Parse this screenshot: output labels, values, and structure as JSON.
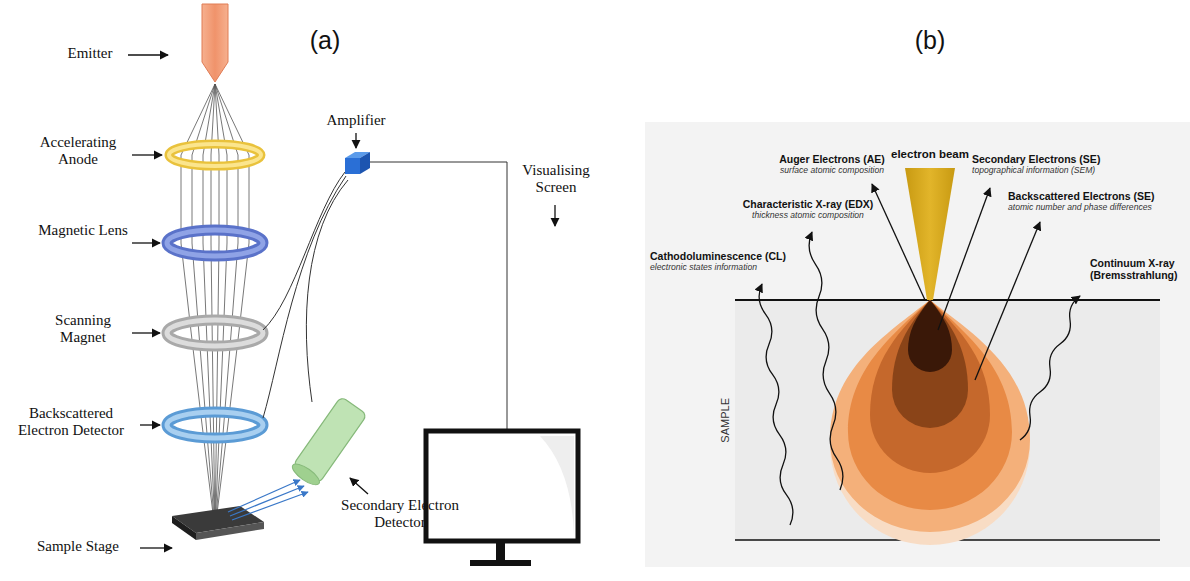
{
  "diagram": {
    "labels": [
      "(a)",
      "Emitter",
      "Accelerating Anode",
      "Magnetic Lens",
      "Scanning Magnet",
      "Backscattered Electron Detector",
      "Sample Stage",
      "Amplifier",
      "Visualising Screen",
      "Secondary Electron Detector",
      "(b)",
      "electron beam",
      "Auger Electrons (AE)",
      "surface atomic composition",
      "Secondary Electrons (SE)",
      "topographical information (SEM)",
      "Characteristic X-ray (EDX)",
      "thickness atomic composition",
      "Backscattered Electrons (SE)",
      "atomic number and phase differences",
      "Cathodoluminescence (CL)",
      "electronic states information",
      "Continuum X-ray (Bremsstrahlung)",
      "SAMPLE"
    ]
  }
}
